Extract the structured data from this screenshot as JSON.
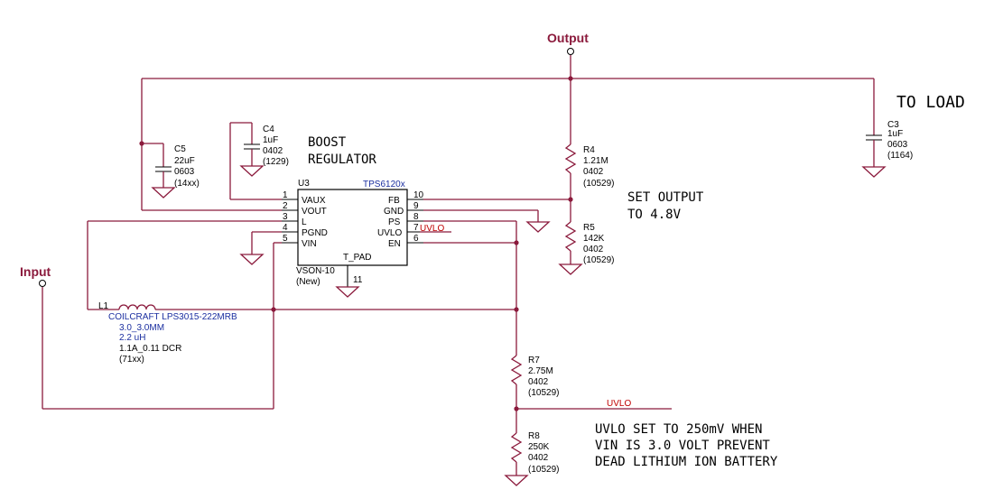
{
  "ports": {
    "output": "Output",
    "input": "Input"
  },
  "ic": {
    "ref": "U3",
    "part": "TPS6120x",
    "package": "VSON-10",
    "package_note": "(New)",
    "title_line1": "BOOST",
    "title_line2": "REGULATOR",
    "left_pins": [
      {
        "num": "1",
        "name": "VAUX"
      },
      {
        "num": "2",
        "name": "VOUT"
      },
      {
        "num": "3",
        "name": "L"
      },
      {
        "num": "4",
        "name": "PGND"
      },
      {
        "num": "5",
        "name": "VIN"
      }
    ],
    "right_pins": [
      {
        "num": "10",
        "name": "FB"
      },
      {
        "num": "9",
        "name": "GND"
      },
      {
        "num": "8",
        "name": "PS"
      },
      {
        "num": "7",
        "name": "UVLO"
      },
      {
        "num": "6",
        "name": "EN"
      }
    ],
    "bottom_pin": {
      "num": "11",
      "name": "T_PAD"
    },
    "net_uvlo_label": "UVLO"
  },
  "components": {
    "c4": {
      "ref": "C4",
      "value": "1uF",
      "size": "0402",
      "code": "(1229)"
    },
    "c5": {
      "ref": "C5",
      "value": "22uF",
      "size": "0603",
      "code": "(14xx)"
    },
    "c3": {
      "ref": "C3",
      "value": "1uF",
      "size": "0603",
      "code": "(1164)"
    },
    "r4": {
      "ref": "R4",
      "value": "1.21M",
      "size": "0402",
      "code": "(10529)"
    },
    "r5": {
      "ref": "R5",
      "value": "142K",
      "size": "0402",
      "code": "(10529)"
    },
    "r7": {
      "ref": "R7",
      "value": "2.75M",
      "size": "0402",
      "code": "(10529)"
    },
    "r8": {
      "ref": "R8",
      "value": "250K",
      "size": "0402",
      "code": "(10529)"
    },
    "l1": {
      "ref": "L1",
      "part": "COILCRAFT LPS3015-222MRB",
      "dims": "3.0_3.0MM",
      "value": "2.2 uH",
      "rating": "1.1A_0.11 DCR",
      "code": "(71xx)"
    }
  },
  "net_labels": {
    "uvlo": "UVLO"
  },
  "notes": {
    "to_load": "TO LOAD",
    "set_output_1": "SET OUTPUT",
    "set_output_2": "TO 4.8V",
    "uvlo_1": "UVLO SET TO 250mV WHEN",
    "uvlo_2": "VIN IS 3.0 VOLT PREVENT",
    "uvlo_3": "DEAD LITHIUM ION BATTERY"
  }
}
